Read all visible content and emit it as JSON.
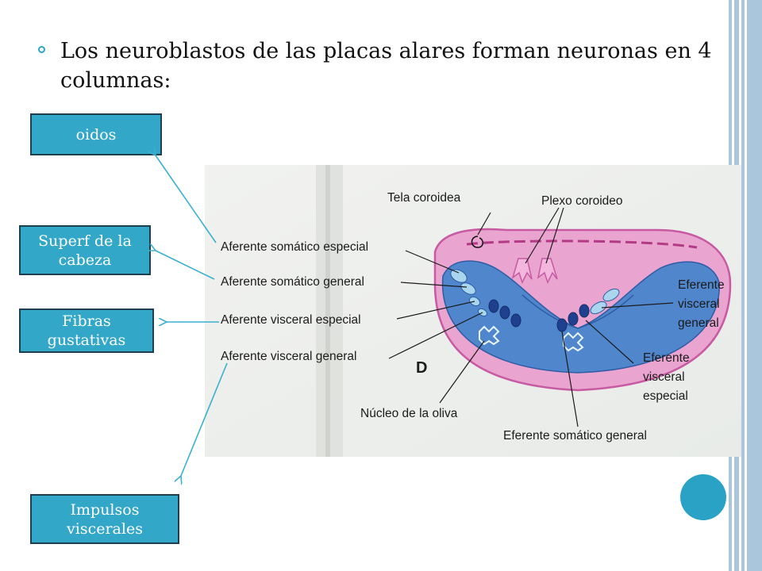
{
  "title": "Los neuroblastos de las placas alares forman neuronas en 4 columnas:",
  "boxes": {
    "oidos": "oidos",
    "superf_line1": "Superf de la",
    "superf_line2": "cabeza",
    "fibras_line1": "Fibras",
    "fibras_line2": "gustativas",
    "impulsos_line1": "Impulsos",
    "impulsos_line2": "viscerales"
  },
  "diagram": {
    "tela_coroidea": "Tela coroidea",
    "plexo_coroideo": "Plexo coroideo",
    "aferente_somatico_especial": "Aferente somático especial",
    "aferente_somatico_general": "Aferente somático general",
    "aferente_visceral_especial": "Aferente visceral especial",
    "aferente_visceral_general": "Aferente visceral general",
    "eferente_visceral_general_1": "Eferente",
    "eferente_visceral_general_2": "visceral",
    "eferente_visceral_general_3": "general",
    "eferente_visceral_especial_1": "Eferente",
    "eferente_visceral_especial_2": "visceral",
    "eferente_visceral_especial_3": "especial",
    "nucleo_oliva": "Núcleo de la oliva",
    "eferente_somatico_general": "Eferente somático general",
    "letter": "D"
  },
  "colors": {
    "accent": "#32a7c8",
    "box_border": "#1d3f50",
    "arrow": "#3ab0cf",
    "stripe": "#a9c6dc",
    "tissue_pink": "#e9a4cf",
    "neural_blue": "#4f86cc",
    "nucleus_light": "#a9d6ee",
    "nucleus_dark": "#1f3f8f"
  }
}
